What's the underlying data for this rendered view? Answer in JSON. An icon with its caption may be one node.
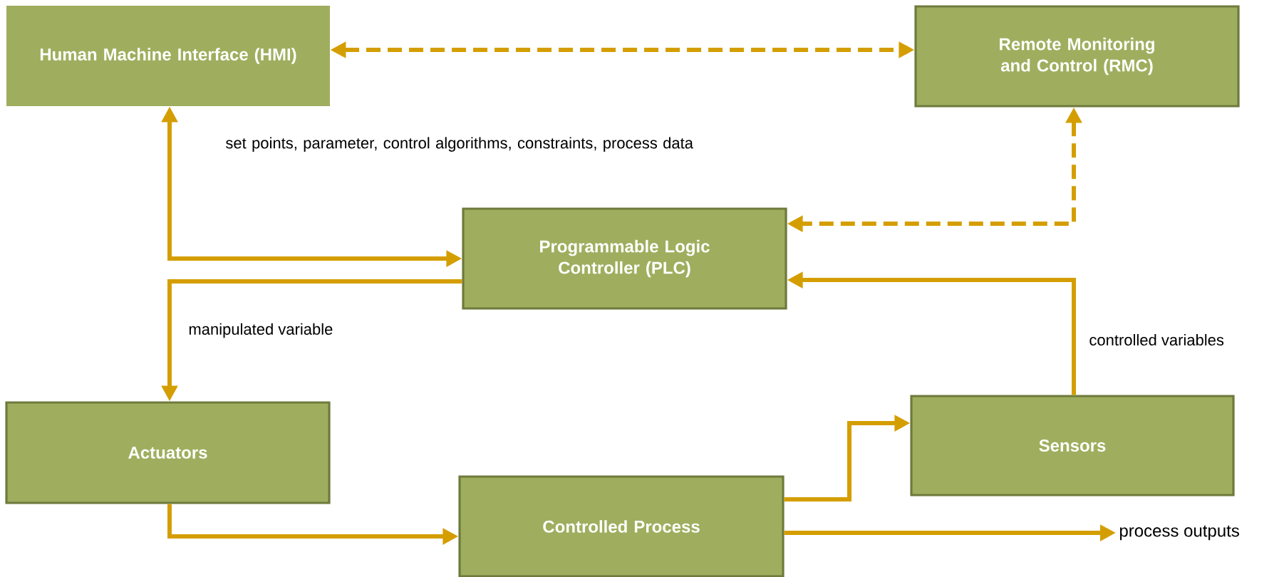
{
  "diagram": {
    "nodes": [
      {
        "text": [
          "Human Machine Interface (HMI)"
        ]
      },
      {
        "text": [
          "Remote Monitoring and Control (RMC)"
        ]
      },
      {
        "text": [
          "Programmable Logic Controller (PLC)"
        ]
      },
      {
        "text": [
          "Actuators"
        ]
      },
      {
        "text": [
          "Sensors"
        ]
      },
      {
        "text": [
          "Controlled Process"
        ]
      },
      {
        "text": [
          "process outputs"
        ]
      }
    ],
    "edges": [
      {
        "from": 0,
        "to": 1,
        "arrow": "both",
        "style": "dashed"
      },
      {
        "from": 0,
        "to": 2,
        "arrow": "both",
        "label": "set points, parameter, control algorithms, constraints, process data"
      },
      {
        "from": 2,
        "to": 3,
        "arrow": "to",
        "label": "manipulated variable"
      },
      {
        "from": 1,
        "to": 2,
        "arrow": "both",
        "style": "dashed"
      },
      {
        "from": 4,
        "to": 2,
        "arrow": "to",
        "label": "controlled variables"
      },
      {
        "from": 3,
        "to": 5,
        "arrow": "to"
      },
      {
        "from": 5,
        "to": 4,
        "arrow": "to"
      },
      {
        "from": 5,
        "to": 6,
        "arrow": "to"
      }
    ]
  }
}
